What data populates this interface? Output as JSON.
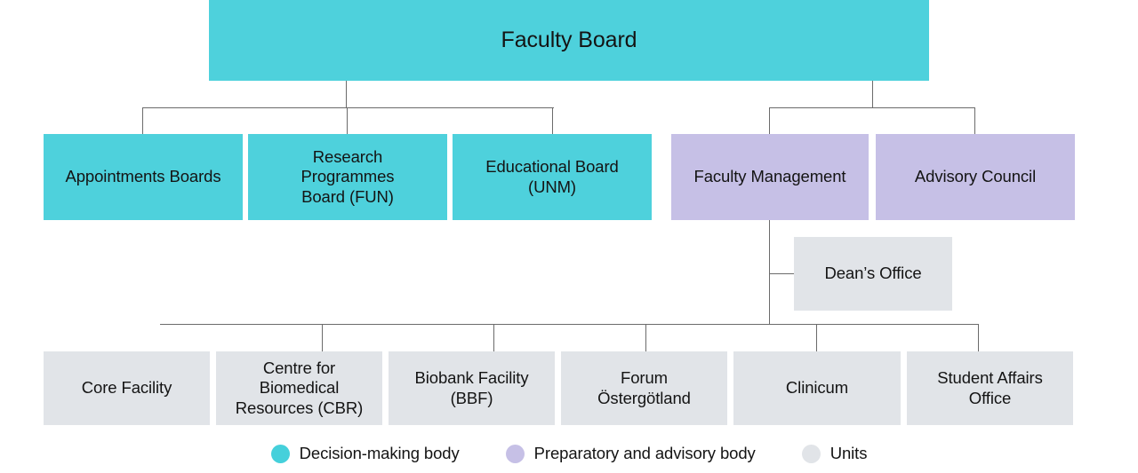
{
  "diagram": {
    "title": "Faculty Board organisational chart",
    "root": {
      "id": "faculty-board",
      "label": "Faculty Board",
      "category": "decision-making",
      "color": "#4ed1dc"
    },
    "decision_making_bodies": [
      {
        "id": "appointments-boards",
        "label": "Appointments Boards",
        "color": "#4ed1dc"
      },
      {
        "id": "research-programmes-board",
        "label": "Research\nProgrammes\nBoard (FUN)",
        "color": "#4ed1dc"
      },
      {
        "id": "educational-board",
        "label": "Educational Board\n(UNM)",
        "color": "#4ed1dc"
      }
    ],
    "advisory_bodies": [
      {
        "id": "faculty-management",
        "label": "Faculty Management",
        "color": "#c6c0e6"
      },
      {
        "id": "advisory-council",
        "label": "Advisory Council",
        "color": "#c6c0e6"
      }
    ],
    "support_office": {
      "id": "deans-office",
      "label": "Dean’s Office",
      "color": "#e1e4e8"
    },
    "units": [
      {
        "id": "core-facility",
        "label": "Core Facility",
        "color": "#e1e4e8"
      },
      {
        "id": "cbr",
        "label": "Centre for\nBiomedical\nResources (CBR)",
        "color": "#e1e4e8"
      },
      {
        "id": "biobank-facility",
        "label": "Biobank Facility\n(BBF)",
        "color": "#e1e4e8"
      },
      {
        "id": "forum-ostergotland",
        "label": "Forum\nÖstergötland",
        "color": "#e1e4e8"
      },
      {
        "id": "clinicum",
        "label": "Clinicum",
        "color": "#e1e4e8"
      },
      {
        "id": "student-affairs-office",
        "label": "Student Affairs\nOffice",
        "color": "#e1e4e8"
      }
    ]
  },
  "legend": {
    "items": [
      {
        "id": "decision-making",
        "label": "Decision-making body",
        "color": "#45d0db"
      },
      {
        "id": "preparatory-advisory",
        "label": "Preparatory and advisory body",
        "color": "#c6c0e6"
      },
      {
        "id": "units",
        "label": "Units",
        "color": "#e1e4e8"
      }
    ]
  },
  "colors": {
    "teal": "#4ed1dc",
    "purple": "#c6c0e6",
    "grey": "#e1e4e8",
    "connector": "#6b6b6b",
    "text": "#141414",
    "background": "#ffffff"
  }
}
